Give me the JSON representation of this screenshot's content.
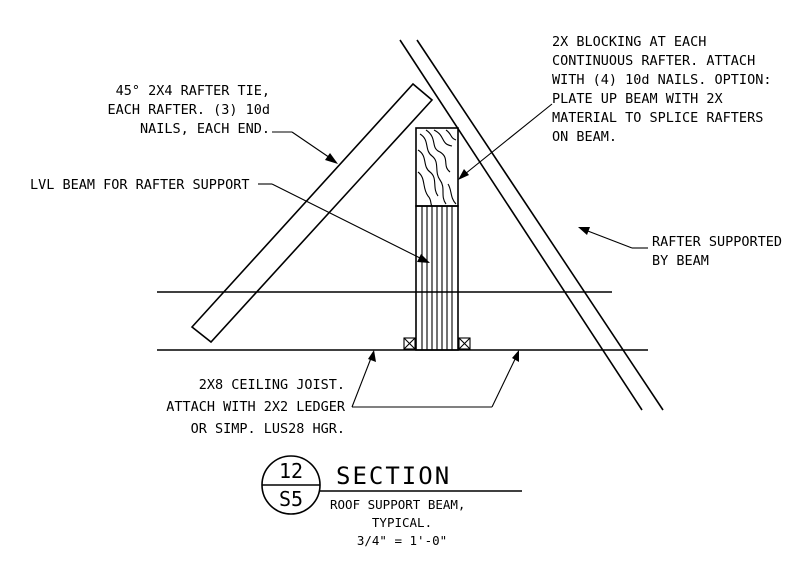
{
  "notes": {
    "blocking": [
      "2X BLOCKING AT EACH",
      "CONTINUOUS RAFTER. ATTACH",
      "WITH (4) 10d NAILS. OPTION:",
      "PLATE UP BEAM WITH 2X",
      "MATERIAL TO SPLICE RAFTERS",
      "ON BEAM."
    ],
    "rafter_tie": [
      "45° 2X4 RAFTER TIE,",
      "EACH RAFTER. (3) 10d",
      "NAILS, EACH END."
    ],
    "lvl_beam": "LVL BEAM FOR RAFTER SUPPORT",
    "rafter_supported": [
      "RAFTER SUPPORTED",
      "BY BEAM"
    ],
    "ceiling_joist": [
      "2X8 CEILING JOIST.",
      "ATTACH WITH 2X2 LEDGER",
      "OR SIMP. LUS28 HGR."
    ]
  },
  "title_block": {
    "detail_number": "12",
    "sheet": "S5",
    "title": "SECTION",
    "subtitle": [
      "ROOF SUPPORT BEAM,",
      "TYPICAL."
    ],
    "scale": "3/4\" = 1'-0\""
  }
}
